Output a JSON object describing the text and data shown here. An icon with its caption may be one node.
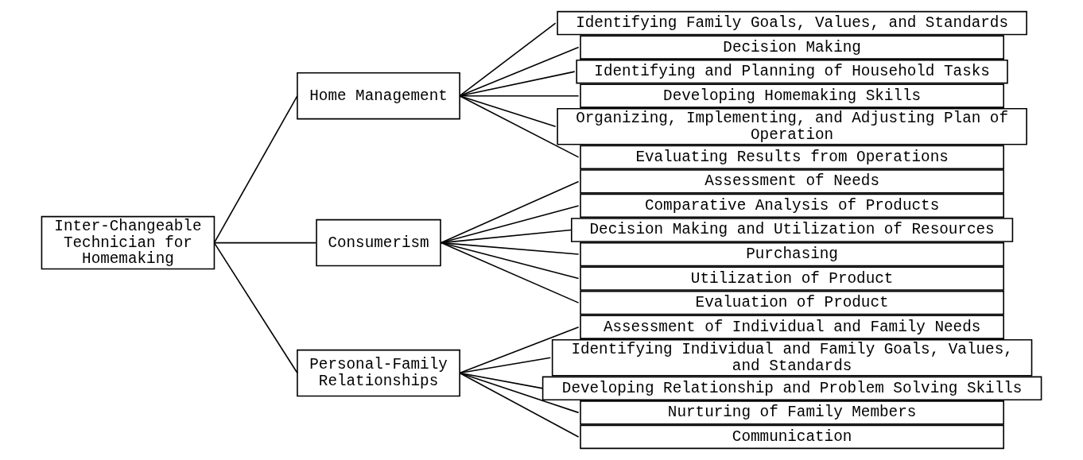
{
  "diagram": {
    "nodes": [
      {
        "text": [
          "Inter-Changeable Technician for Homemaking"
        ]
      },
      {
        "text": [
          "Home Management"
        ]
      },
      {
        "text": [
          "Identifying Family Goals, Values, and Standards"
        ]
      },
      {
        "text": [
          "Decision Making"
        ]
      },
      {
        "text": [
          "Identifying and Planning of Household Tasks"
        ]
      },
      {
        "text": [
          "Developing Homemaking Skills"
        ]
      },
      {
        "text": [
          "Organizing, Implementing, and Adjusting Plan of Operation"
        ]
      },
      {
        "text": [
          "Evaluating Results from Operations"
        ]
      },
      {
        "text": [
          "Consumerism"
        ]
      },
      {
        "text": [
          "Assessment of Needs"
        ]
      },
      {
        "text": [
          "Comparative Analysis of Products"
        ]
      },
      {
        "text": [
          "Decision Making and Utilization of Resources"
        ]
      },
      {
        "text": [
          "Purchasing"
        ]
      },
      {
        "text": [
          "Utilization of Product"
        ]
      },
      {
        "text": [
          "Evaluation of Product"
        ]
      },
      {
        "text": [
          "Personal-Family Relationships"
        ]
      },
      {
        "text": [
          "Assessment of Individual and Family Needs"
        ]
      },
      {
        "text": [
          "Identifying Individual and Family Goals, Values, and Standards"
        ]
      },
      {
        "text": [
          "Developing Relationship and Problem Solving Skills"
        ]
      },
      {
        "text": [
          "Nurturing of Family Members"
        ]
      },
      {
        "text": [
          "Communication"
        ]
      }
    ],
    "edges": [
      {
        "from": 0,
        "to": 1,
        "arrow": "none"
      },
      {
        "from": 0,
        "to": 8,
        "arrow": "none"
      },
      {
        "from": 0,
        "to": 15,
        "arrow": "none"
      },
      {
        "from": 1,
        "to": 2,
        "arrow": "none"
      },
      {
        "from": 1,
        "to": 3,
        "arrow": "none"
      },
      {
        "from": 1,
        "to": 4,
        "arrow": "none"
      },
      {
        "from": 1,
        "to": 5,
        "arrow": "none"
      },
      {
        "from": 1,
        "to": 6,
        "arrow": "none"
      },
      {
        "from": 1,
        "to": 7,
        "arrow": "none"
      },
      {
        "from": 8,
        "to": 9,
        "arrow": "none"
      },
      {
        "from": 8,
        "to": 10,
        "arrow": "none"
      },
      {
        "from": 8,
        "to": 11,
        "arrow": "none"
      },
      {
        "from": 8,
        "to": 12,
        "arrow": "none"
      },
      {
        "from": 8,
        "to": 13,
        "arrow": "none"
      },
      {
        "from": 8,
        "to": 14,
        "arrow": "none"
      },
      {
        "from": 15,
        "to": 16,
        "arrow": "none"
      },
      {
        "from": 15,
        "to": 17,
        "arrow": "none"
      },
      {
        "from": 15,
        "to": 18,
        "arrow": "none"
      },
      {
        "from": 15,
        "to": 19,
        "arrow": "none"
      },
      {
        "from": 15,
        "to": 20,
        "arrow": "none"
      }
    ]
  }
}
